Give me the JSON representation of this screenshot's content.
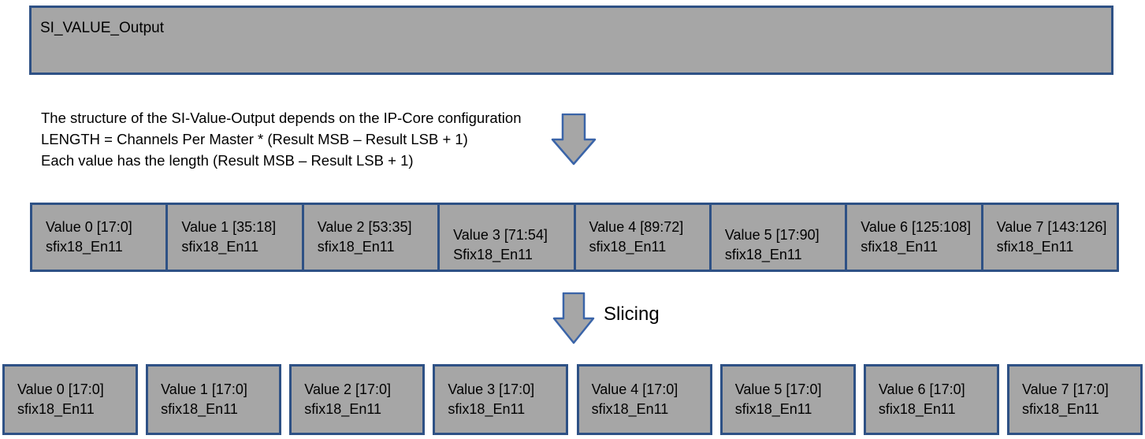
{
  "title_box": {
    "label": "SI_VALUE_Output"
  },
  "description": {
    "lines": [
      "The structure of the SI-Value-Output depends on the IP-Core configuration",
      "LENGTH = Channels Per Master * (Result MSB – Result LSB + 1)",
      "Each value has the length (Result MSB – Result LSB + 1)"
    ]
  },
  "flow": {
    "slicing_label": "Slicing"
  },
  "packed_row": {
    "cells": [
      {
        "label": "Value 0 [17:0]",
        "type": "sfix18_En11"
      },
      {
        "label": "Value 1 [35:18]",
        "type": "sfix18_En11"
      },
      {
        "label": "Value 2 [53:35]",
        "type": "sfix18_En11"
      },
      {
        "label": "Value 3 [71:54]",
        "type": "Sfix18_En11"
      },
      {
        "label": "Value 4 [89:72]",
        "type": "sfix18_En11"
      },
      {
        "label": "Value 5 [17:90]",
        "type": "sfix18_En11"
      },
      {
        "label": "Value 6 [125:108]",
        "type": "sfix18_En11"
      },
      {
        "label": "Value 7 [143:126]",
        "type": "sfix18_En11"
      }
    ]
  },
  "sliced_row": {
    "cells": [
      {
        "label": "Value 0 [17:0]",
        "type": "sfix18_En11"
      },
      {
        "label": "Value 1 [17:0]",
        "type": "sfix18_En11"
      },
      {
        "label": "Value 2 [17:0]",
        "type": "sfix18_En11"
      },
      {
        "label": "Value 3 [17:0]",
        "type": "sfix18_En11"
      },
      {
        "label": "Value 4 [17:0]",
        "type": "sfix18_En11"
      },
      {
        "label": "Value 5 [17:0]",
        "type": "sfix18_En11"
      },
      {
        "label": "Value 6 [17:0]",
        "type": "sfix18_En11"
      },
      {
        "label": "Value 7 [17:0]",
        "type": "sfix18_En11"
      }
    ]
  },
  "icons": {
    "down_arrow": "down-arrow"
  },
  "colors": {
    "box_fill": "#a6a6a6",
    "box_border": "#2e5185",
    "arrow_fill": "#a6a6a6",
    "arrow_border": "#3a64a8",
    "text": "#000000",
    "background": "#ffffff"
  }
}
